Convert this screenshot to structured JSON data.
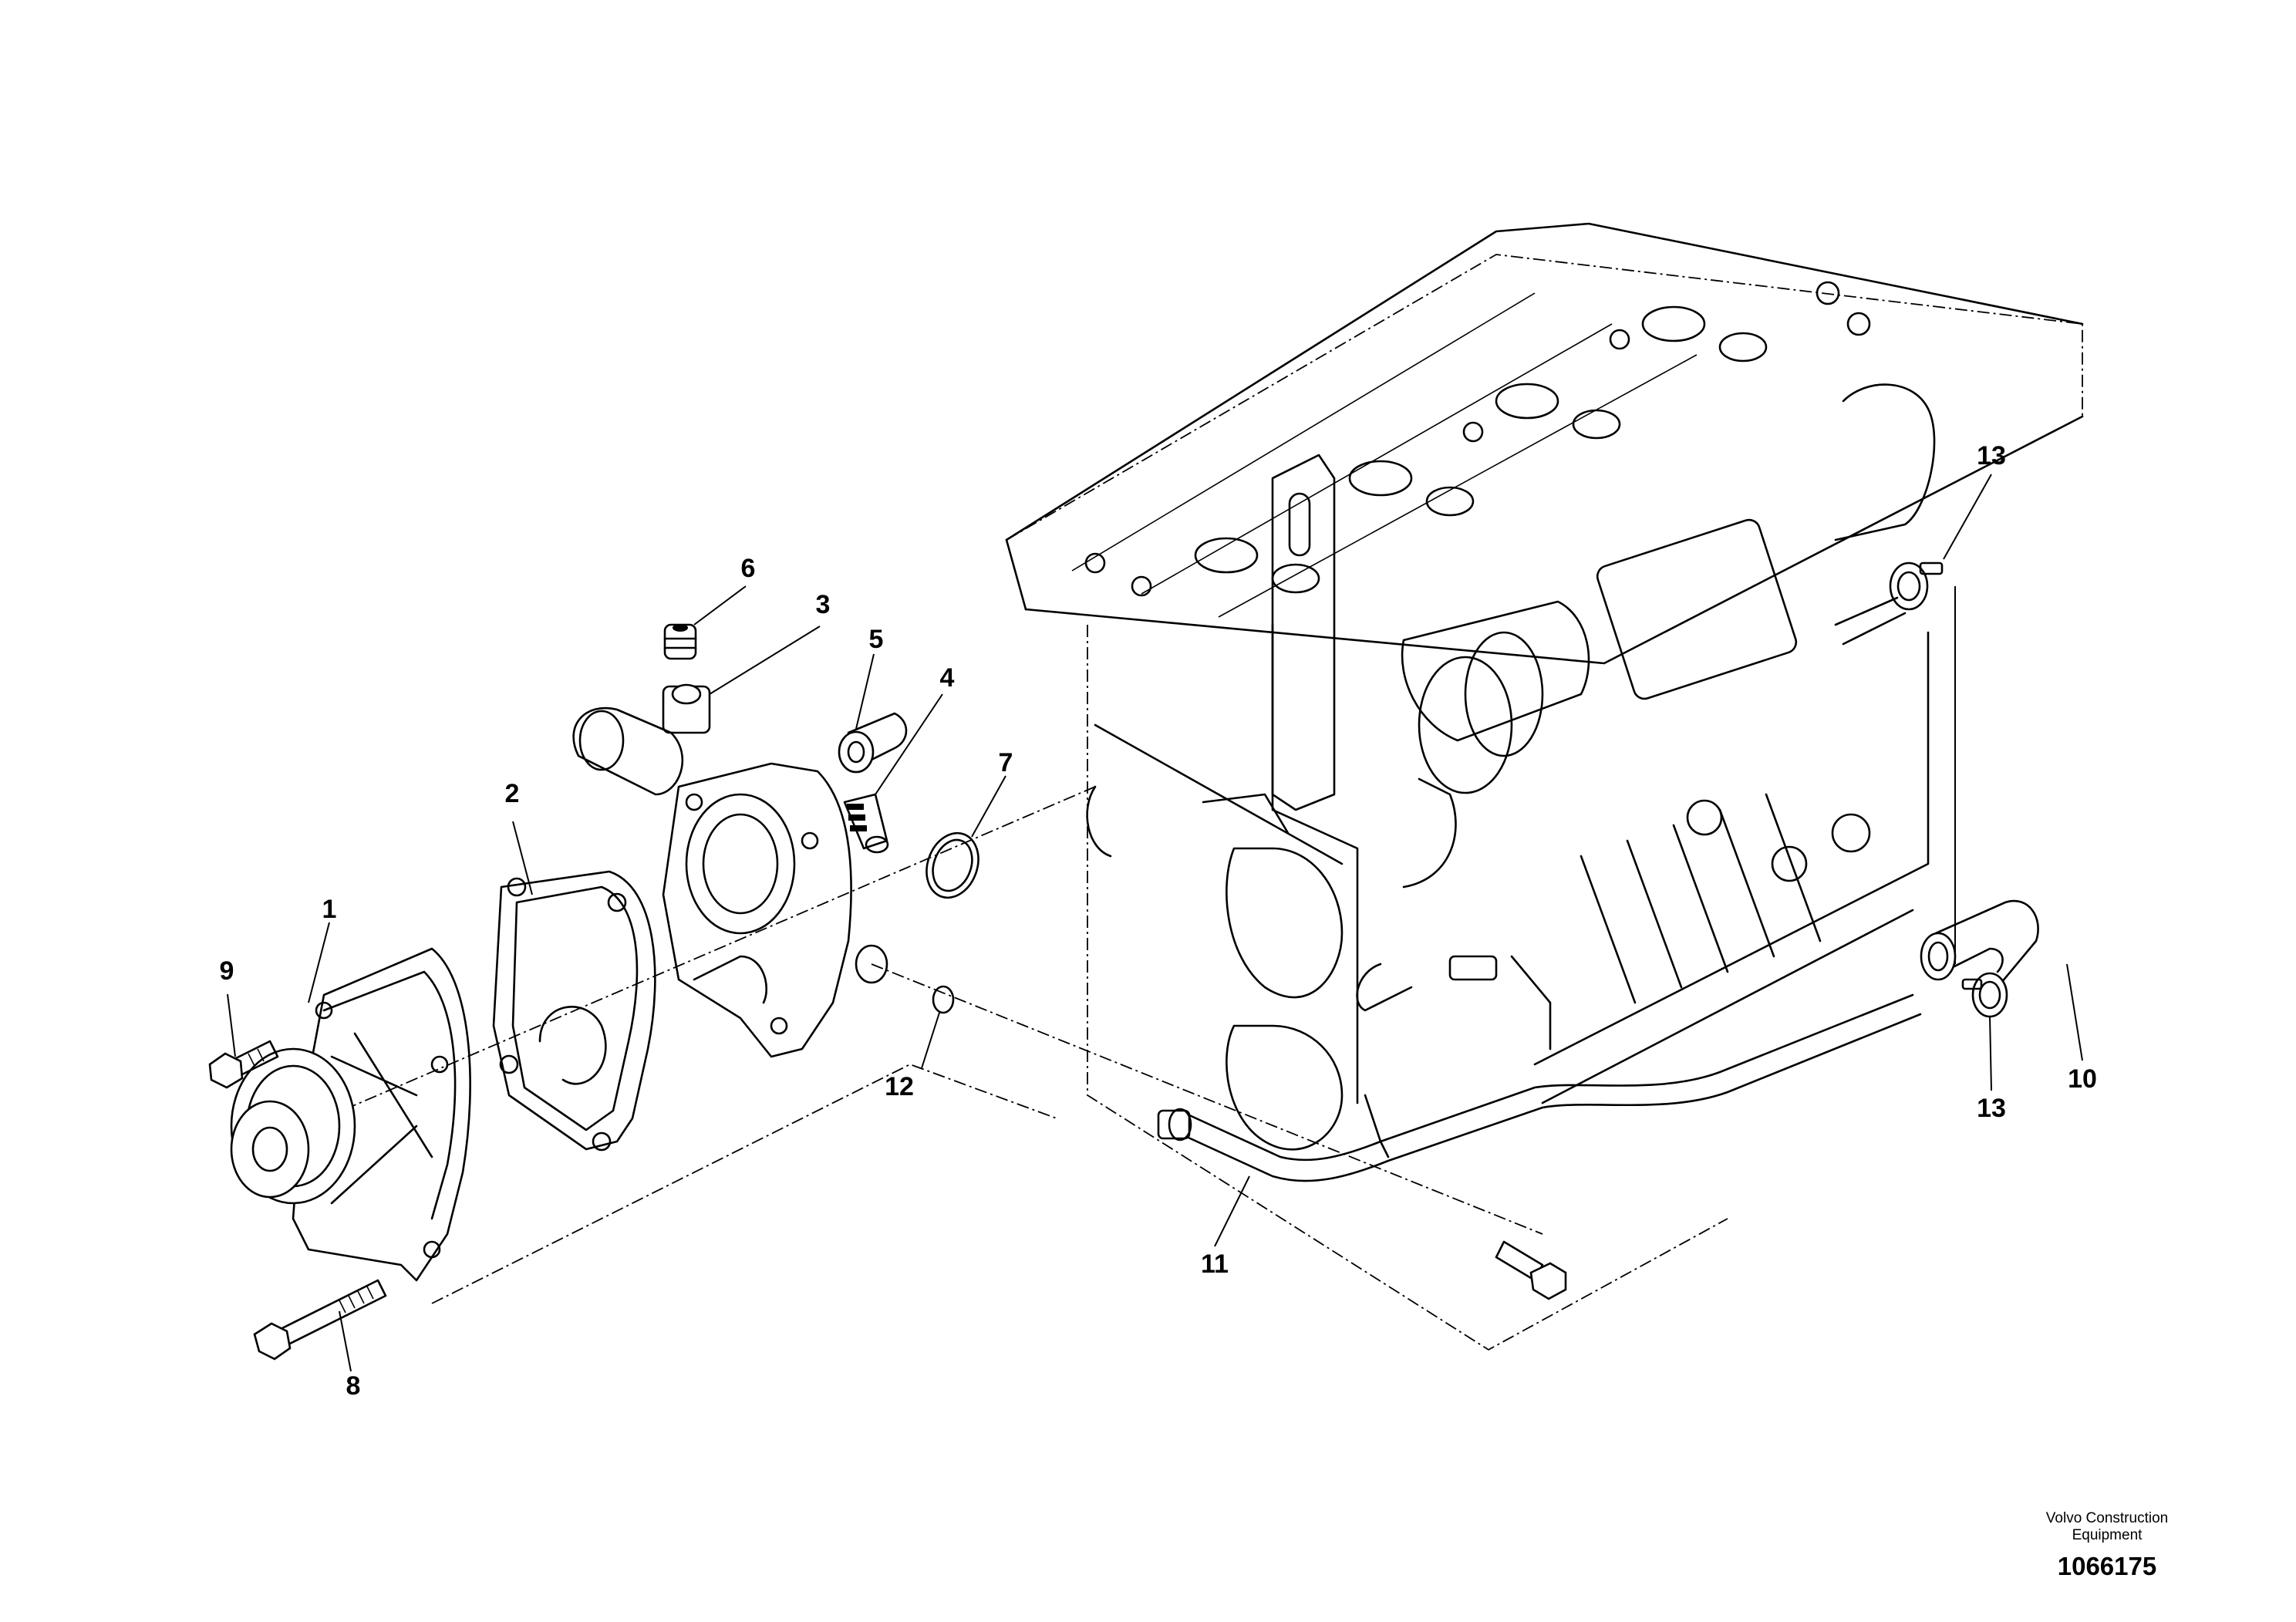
{
  "callouts": {
    "c1": "1",
    "c2": "2",
    "c3": "3",
    "c4": "4",
    "c5": "5",
    "c6": "6",
    "c7": "7",
    "c8": "8",
    "c9": "9",
    "c10": "10",
    "c11": "11",
    "c12": "12",
    "c13a": "13",
    "c13b": "13"
  },
  "footer": {
    "brand_line1": "Volvo Construction",
    "brand_line2": "Equipment",
    "doc_number": "1066175"
  }
}
